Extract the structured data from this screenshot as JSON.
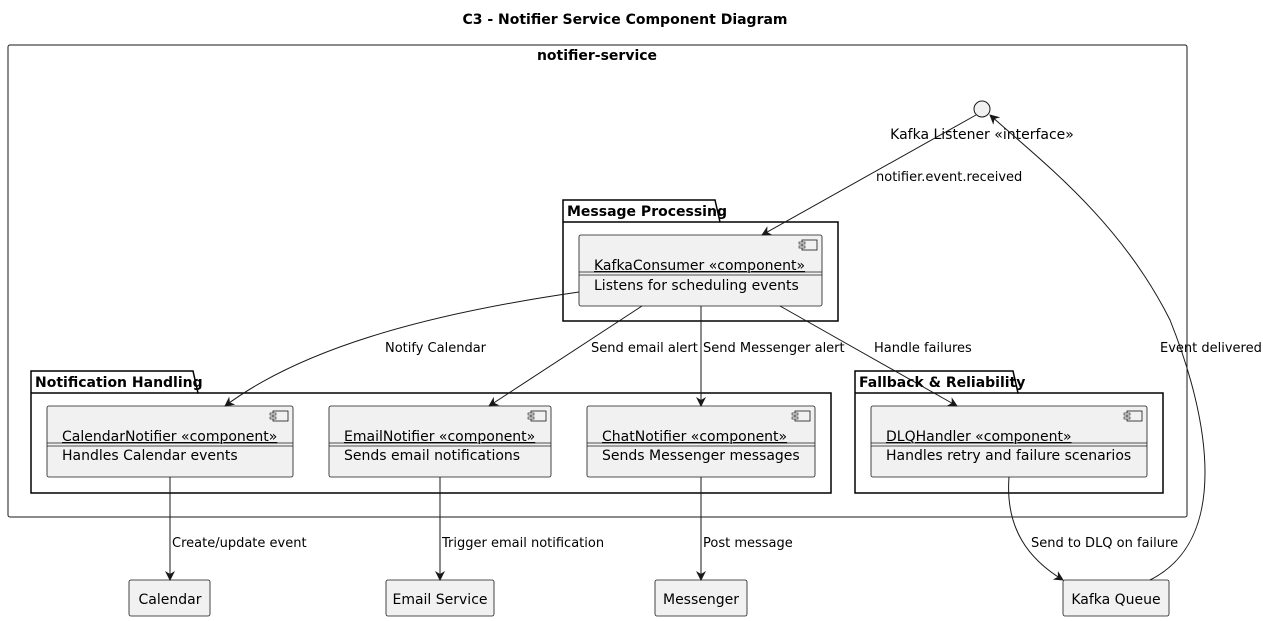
{
  "title": "C3 - Notifier Service Component Diagram",
  "system_boundary": {
    "label": "notifier-service"
  },
  "interface": {
    "label": "Kafka Listener «interface»"
  },
  "packages": {
    "processing": {
      "label": "Message Processing"
    },
    "handling": {
      "label": "Notification Handling"
    },
    "fallback": {
      "label": "Fallback & Reliability"
    }
  },
  "components": {
    "kafka_consumer": {
      "name": "KafkaConsumer «component»",
      "desc": "Listens for scheduling events"
    },
    "calendar_notifier": {
      "name": "CalendarNotifier «component»",
      "desc": "Handles Calendar events"
    },
    "email_notifier": {
      "name": "EmailNotifier «component»",
      "desc": "Sends email notifications"
    },
    "chat_notifier": {
      "name": "ChatNotifier «component»",
      "desc": "Sends Messenger messages"
    },
    "dlq_handler": {
      "name": "DLQHandler «component»",
      "desc": "Handles retry and failure scenarios"
    }
  },
  "externals": {
    "calendar": {
      "label": "Calendar"
    },
    "email_service": {
      "label": "Email Service"
    },
    "messenger": {
      "label": "Messenger"
    },
    "kafka_queue": {
      "label": "Kafka Queue"
    }
  },
  "edges": {
    "event_received": "notifier.event.received",
    "notify_calendar": "Notify Calendar",
    "send_email_alert": "Send email alert",
    "send_messenger_alert": "Send Messenger alert",
    "handle_failures": "Handle failures",
    "create_update_event": "Create/update event",
    "trigger_email": "Trigger email notification",
    "post_message": "Post message",
    "send_to_dlq": "Send to DLQ on failure",
    "event_delivered": "Event delivered"
  }
}
